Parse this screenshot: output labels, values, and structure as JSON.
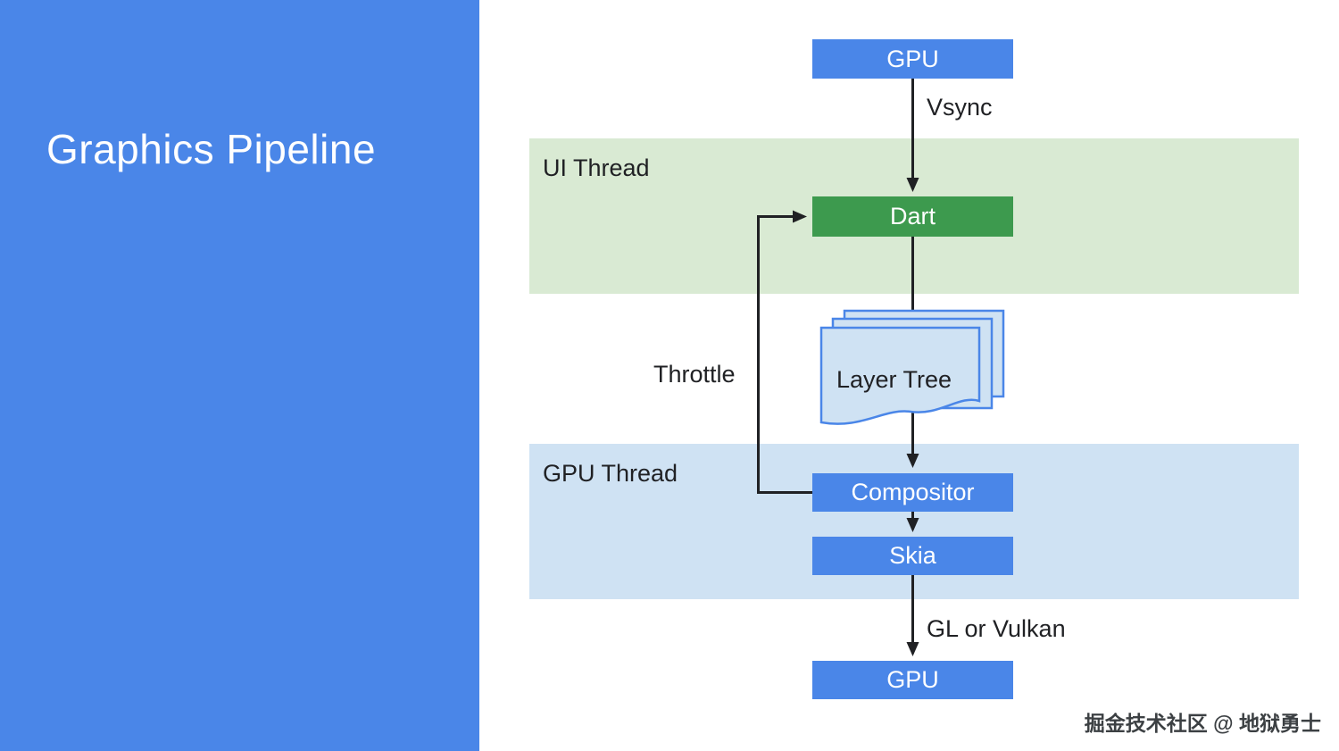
{
  "slide": {
    "title": "Graphics Pipeline"
  },
  "diagram": {
    "bands": {
      "ui_thread": "UI Thread",
      "gpu_thread": "GPU Thread"
    },
    "nodes": {
      "gpu_top": "GPU",
      "dart": "Dart",
      "layer_tree": "Layer Tree",
      "compositor": "Compositor",
      "skia": "Skia",
      "gpu_bottom": "GPU"
    },
    "edge_labels": {
      "vsync": "Vsync",
      "throttle": "Throttle",
      "gl_or_vulkan": "GL or Vulkan"
    }
  },
  "watermark": "掘金技术社区 @ 地狱勇士",
  "colors": {
    "sidebar_blue": "#4a86e8",
    "node_blue": "#4a86e8",
    "node_green": "#3d9a4e",
    "band_green": "#d9ead3",
    "band_blue": "#cfe2f3",
    "layer_tree_fill": "#cfe2f3",
    "layer_tree_border": "#4a86e8",
    "arrow": "#202124",
    "text_dark": "#202124",
    "text_light": "#ffffff"
  }
}
